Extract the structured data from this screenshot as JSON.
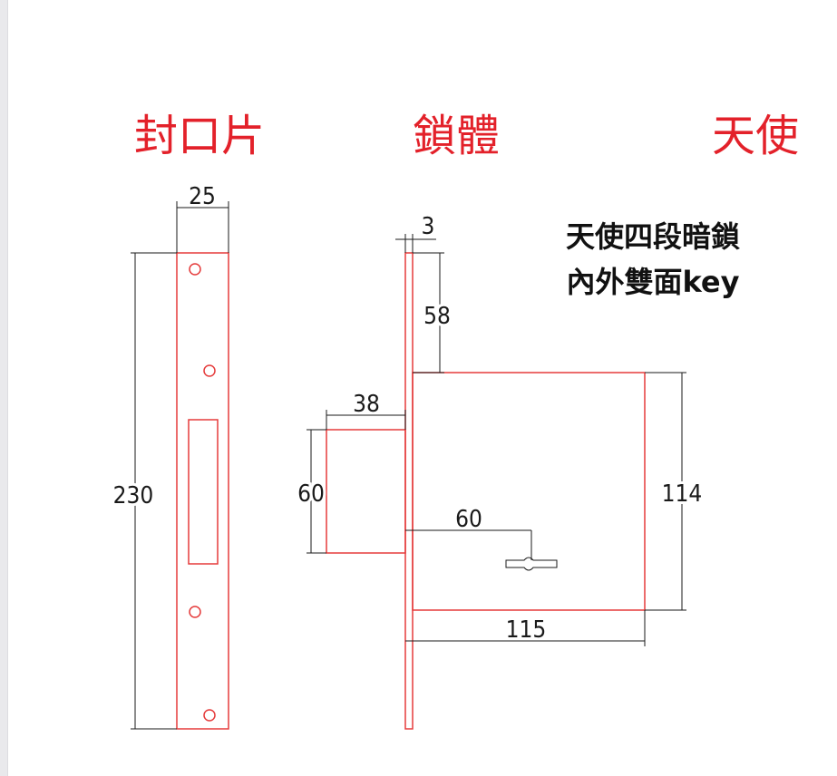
{
  "headings": {
    "strike_plate": "封口片",
    "lock_body": "鎖體",
    "brand": "天使"
  },
  "product_title": {
    "line1": "天使四段暗鎖",
    "line2": "內外雙面key"
  },
  "dimensions": {
    "plate_width": "25",
    "plate_height": "230",
    "faceplate_thickness": "3",
    "top_offset": "58",
    "bolt_projection": "38",
    "bolt_height": "60",
    "backset": "60",
    "body_height": "114",
    "body_width": "115"
  },
  "colors": {
    "heading_text": "#e3212a",
    "drawing_lines": "#e53b3b",
    "dimension_lines": "#1a1a1a"
  }
}
